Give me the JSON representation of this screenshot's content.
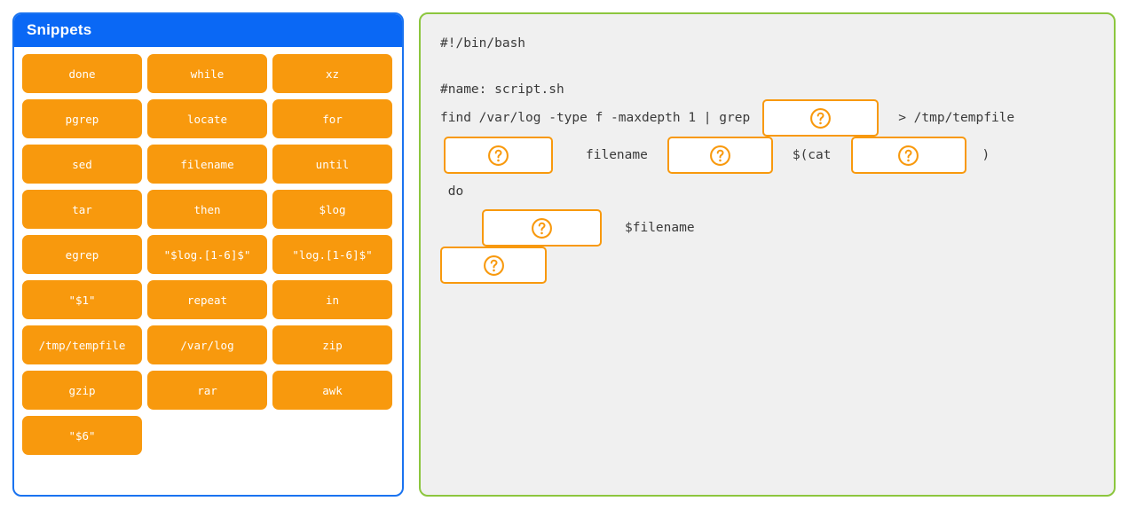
{
  "snippets_panel": {
    "title": "Snippets",
    "header_color": "#0a68f5",
    "border_color": "#1a73f0",
    "chip_color": "#F8990D",
    "chips": [
      "done",
      "while",
      "xz",
      "pgrep",
      "locate",
      "for",
      "sed",
      "filename",
      "until",
      "tar",
      "then",
      "$log",
      "egrep",
      "\"$log.[1-6]$\"",
      "\"log.[1-6]$\"",
      "\"$1\"",
      "repeat",
      "in",
      "/tmp/tempfile",
      "/var/log",
      "zip",
      "gzip",
      "rar",
      "awk",
      "\"$6\""
    ]
  },
  "code_panel": {
    "border_color": "#8CC63E",
    "background_color": "#f0f0f0",
    "dropzone_border_color": "#F8990D",
    "lines": {
      "shebang": "#!/bin/bash",
      "name_comment": "#name: script.sh",
      "find_prefix": "find /var/log -type f -maxdepth 1 | grep",
      "find_suffix": "> /tmp/tempfile",
      "filename_word": "filename",
      "cat_open": "$(cat",
      "cat_close": ")",
      "do_keyword": " do",
      "filename_var": "$filename"
    },
    "dropzones": [
      {
        "id": "dz-grep-pattern",
        "value": "?"
      },
      {
        "id": "dz-loop-keyword",
        "value": "?"
      },
      {
        "id": "dz-in-keyword",
        "value": "?"
      },
      {
        "id": "dz-cat-file",
        "value": "?"
      },
      {
        "id": "dz-body-command",
        "value": "?"
      },
      {
        "id": "dz-done-keyword",
        "value": "?"
      }
    ]
  }
}
